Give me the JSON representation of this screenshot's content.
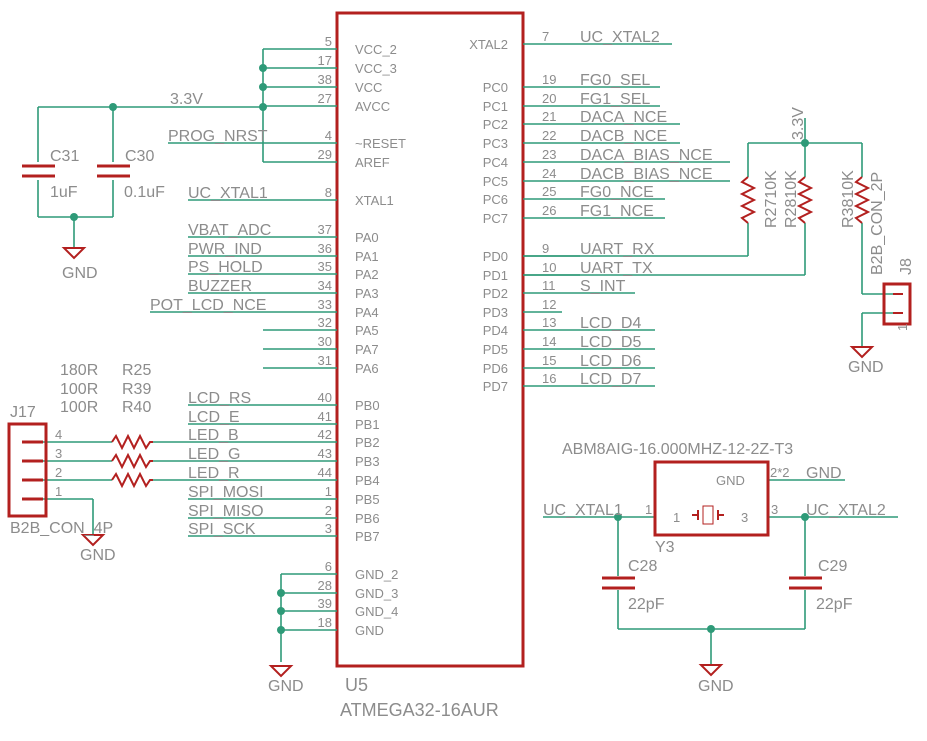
{
  "colors": {
    "wire": "#2e9a78",
    "part": "#b3201f",
    "text": "#8c8c8c",
    "background": "#ffffff"
  },
  "mcu": {
    "ref": "U5",
    "value": "ATMEGA32-16AUR",
    "left_pins": [
      {
        "num": "5",
        "name": "VCC_2",
        "net": ""
      },
      {
        "num": "17",
        "name": "VCC_3",
        "net": ""
      },
      {
        "num": "38",
        "name": "VCC",
        "net": ""
      },
      {
        "num": "27",
        "name": "AVCC",
        "net": "3.3V"
      },
      {
        "num": "4",
        "name": "~RESET",
        "net": "PROG_NRST"
      },
      {
        "num": "29",
        "name": "AREF",
        "net": ""
      },
      {
        "num": "8",
        "name": "XTAL1",
        "net": "UC_XTAL1"
      },
      {
        "num": "37",
        "name": "PA0",
        "net": "VBAT_ADC"
      },
      {
        "num": "36",
        "name": "PA1",
        "net": "PWR_IND"
      },
      {
        "num": "35",
        "name": "PA2",
        "net": "PS_HOLD"
      },
      {
        "num": "34",
        "name": "PA3",
        "net": "BUZZER"
      },
      {
        "num": "33",
        "name": "PA4",
        "net": "POT_LCD_NCE"
      },
      {
        "num": "32",
        "name": "PA5",
        "net": ""
      },
      {
        "num": "30",
        "name": "PA7",
        "net": ""
      },
      {
        "num": "31",
        "name": "PA6",
        "net": ""
      },
      {
        "num": "40",
        "name": "PB0",
        "net": "LCD_RS"
      },
      {
        "num": "41",
        "name": "PB1",
        "net": "LCD_E"
      },
      {
        "num": "42",
        "name": "PB2",
        "net": "LED_B"
      },
      {
        "num": "43",
        "name": "PB3",
        "net": "LED_G"
      },
      {
        "num": "44",
        "name": "PB4",
        "net": "LED_R"
      },
      {
        "num": "1",
        "name": "PB5",
        "net": "SPI_MOSI"
      },
      {
        "num": "2",
        "name": "PB6",
        "net": "SPI_MISO"
      },
      {
        "num": "3",
        "name": "PB7",
        "net": "SPI_SCK"
      },
      {
        "num": "6",
        "name": "GND_2",
        "net": ""
      },
      {
        "num": "28",
        "name": "GND_3",
        "net": ""
      },
      {
        "num": "39",
        "name": "GND_4",
        "net": ""
      },
      {
        "num": "18",
        "name": "GND",
        "net": ""
      }
    ],
    "right_pins": [
      {
        "num": "7",
        "name": "XTAL2",
        "net": "UC_XTAL2"
      },
      {
        "num": "19",
        "name": "PC0",
        "net": "FG0_SEL"
      },
      {
        "num": "20",
        "name": "PC1",
        "net": "FG1_SEL"
      },
      {
        "num": "21",
        "name": "PC2",
        "net": "DACA_NCE"
      },
      {
        "num": "22",
        "name": "PC3",
        "net": "DACB_NCE"
      },
      {
        "num": "23",
        "name": "PC4",
        "net": "DACA_BIAS_NCE"
      },
      {
        "num": "24",
        "name": "PC5",
        "net": "DACB_BIAS_NCE"
      },
      {
        "num": "25",
        "name": "PC6",
        "net": "FG0_NCE"
      },
      {
        "num": "26",
        "name": "PC7",
        "net": "FG1_NCE"
      },
      {
        "num": "9",
        "name": "PD0",
        "net": "UART_RX"
      },
      {
        "num": "10",
        "name": "PD1",
        "net": "UART_TX"
      },
      {
        "num": "11",
        "name": "PD2",
        "net": "S_INT"
      },
      {
        "num": "12",
        "name": "PD3",
        "net": ""
      },
      {
        "num": "13",
        "name": "PD4",
        "net": "LCD_D4"
      },
      {
        "num": "14",
        "name": "PD5",
        "net": "LCD_D5"
      },
      {
        "num": "15",
        "name": "PD6",
        "net": "LCD_D6"
      },
      {
        "num": "16",
        "name": "PD7",
        "net": "LCD_D7"
      }
    ]
  },
  "decoupling": {
    "net": "3.3V",
    "gnd": "GND",
    "c31": {
      "ref": "C31",
      "value": "1uF"
    },
    "c30": {
      "ref": "C30",
      "value": "0.1uF"
    }
  },
  "gnd_labels": [
    "GND",
    "GND",
    "GND",
    "GND",
    "GND"
  ],
  "pullups": {
    "net": "3.3V",
    "r27": {
      "ref": "R27",
      "value": "10K"
    },
    "r28": {
      "ref": "R28",
      "value": "10K"
    },
    "r38": {
      "ref": "R38",
      "value": "10K"
    }
  },
  "j8": {
    "ref": "J8",
    "value": "B2B_CON_2P",
    "pin1": "1"
  },
  "led_resistors": [
    {
      "value": "180R",
      "ref": "R25"
    },
    {
      "value": "100R",
      "ref": "R39"
    },
    {
      "value": "100R",
      "ref": "R40"
    }
  ],
  "j17": {
    "ref": "J17",
    "value": "B2B_CON_4P",
    "pins": [
      "4",
      "3",
      "2",
      "1"
    ]
  },
  "crystal": {
    "part": "ABM8AIG-16.000MHZ-12-2Z-T3",
    "ref": "Y3",
    "gnd_label": "GND",
    "pin1": "1",
    "pin3": "3",
    "pin_gnd": "2*2",
    "net_gnd": "GND",
    "net1": "UC_XTAL1",
    "net2": "UC_XTAL2",
    "c28": {
      "ref": "C28",
      "value": "22pF"
    },
    "c29": {
      "ref": "C29",
      "value": "22pF"
    }
  }
}
